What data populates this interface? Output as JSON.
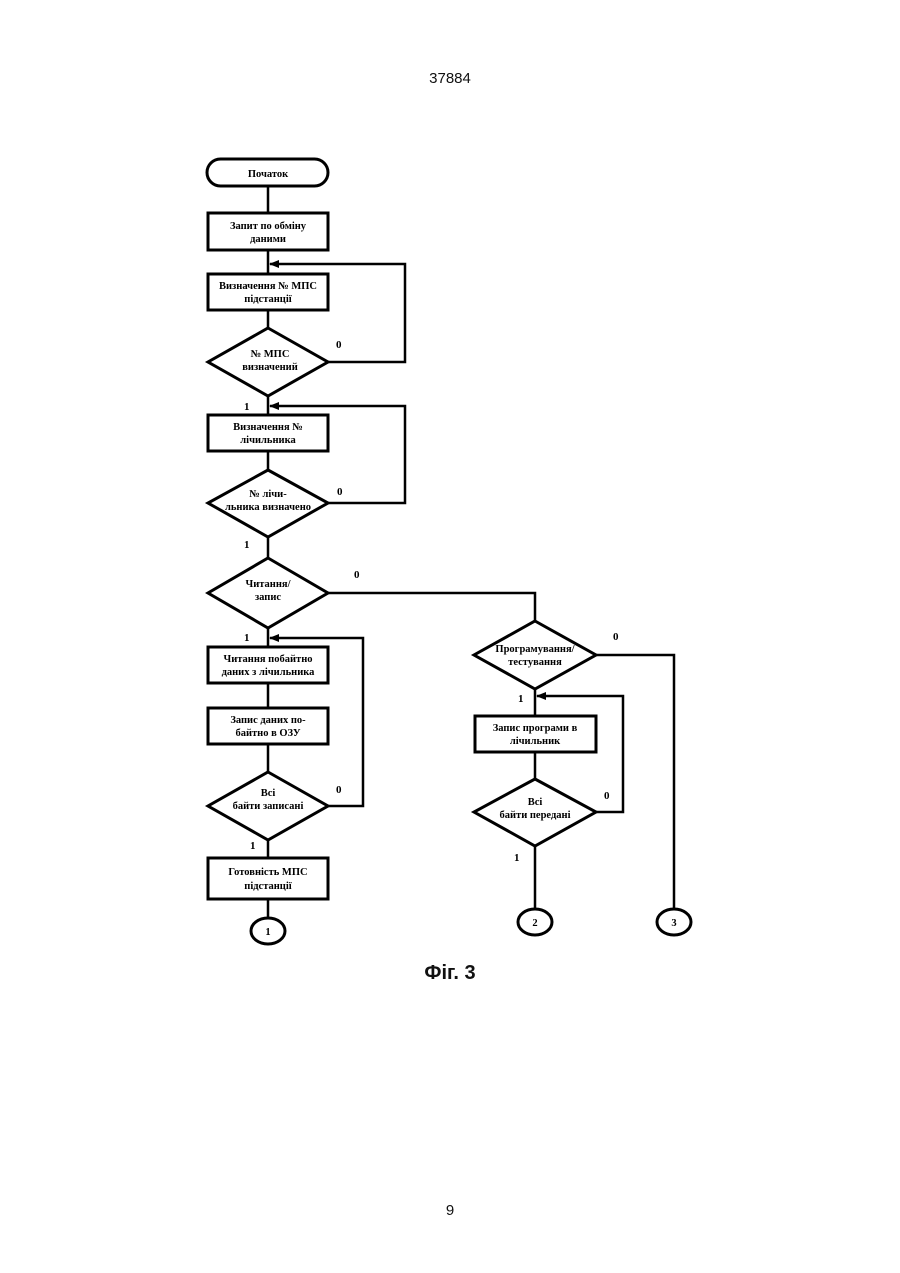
{
  "header": {
    "page_id": "37884"
  },
  "footer": {
    "page_number": "9"
  },
  "figure": {
    "caption": "Фіг. 3",
    "start": "Початок",
    "left_column": {
      "request": [
        "Запит по обміну",
        "даними"
      ],
      "define_station": [
        "Визначення № МПС",
        "підстанції"
      ],
      "station_defined": [
        "№ МПС",
        "визначений"
      ],
      "define_meter": [
        "Визначення №",
        "лічильника"
      ],
      "meter_defined": [
        "№ лічи-",
        "льника визначено"
      ],
      "read_write": [
        "Читання/",
        "запис"
      ],
      "read_bytes": [
        "Читання побайтно",
        "даних з лічильника"
      ],
      "write_ram": [
        "Запис даних по-",
        "байтно в ОЗУ"
      ],
      "all_written": [
        "Всі",
        "байти записані"
      ],
      "ready": [
        "Готовність МПС",
        "підстанції"
      ]
    },
    "right_column": {
      "program_test": [
        "Програмування/",
        "тестування"
      ],
      "write_program": [
        "Запис програми в",
        "лічильник"
      ],
      "all_sent": [
        "Всі",
        "байти передані"
      ]
    },
    "connectors": [
      "1",
      "2",
      "3"
    ],
    "branch_labels": {
      "zero": "0",
      "one": "1"
    }
  }
}
